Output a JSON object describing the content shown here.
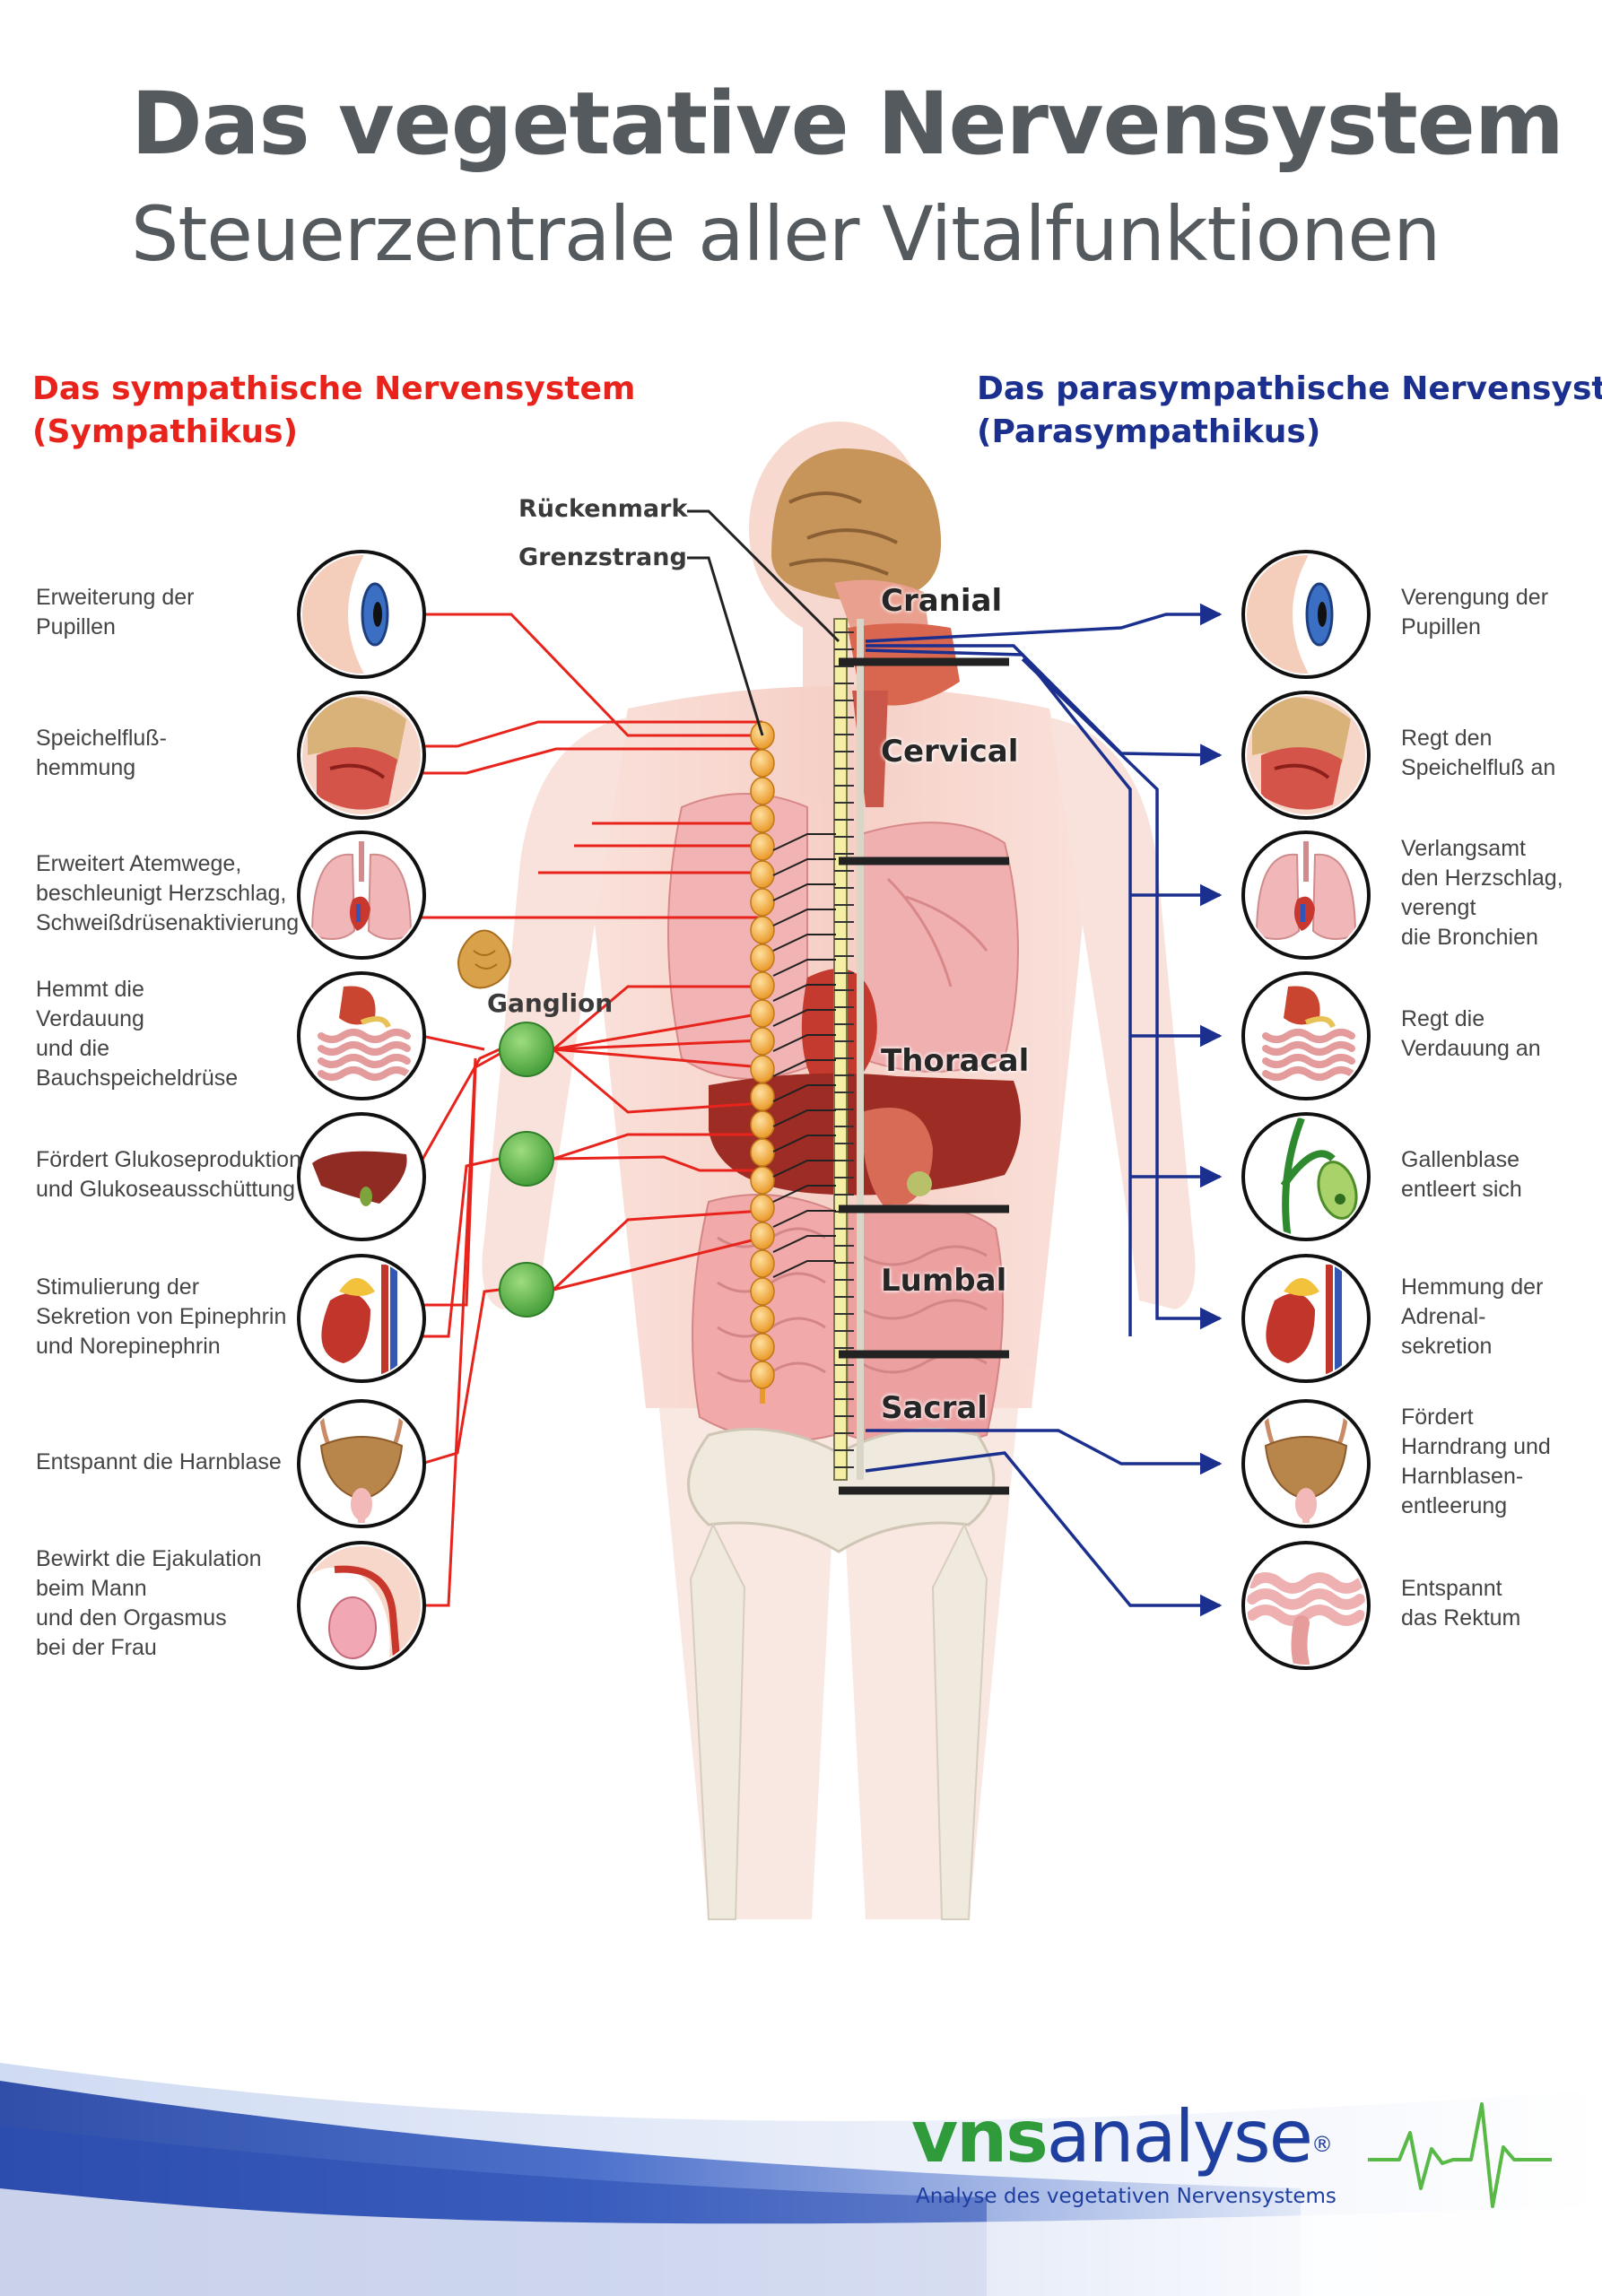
{
  "header": {
    "title": "Das vegetative Nervensystem",
    "subtitle": "Steuerzentrale aller Vitalfunktionen"
  },
  "sympathetic": {
    "title_line1": "Das sympathische Nervensystem",
    "title_line2": "(Sympathikus)",
    "color": "#e8231c",
    "effects": [
      {
        "lines": [
          "Erweiterung der",
          "Pupillen"
        ],
        "icon": "eye-icon"
      },
      {
        "lines": [
          "Speichelfluß-",
          "hemmung"
        ],
        "icon": "salivary-gland-icon"
      },
      {
        "lines": [
          "Erweitert Atemwege,",
          "beschleunigt Herzschlag,",
          "Schweißdrüsenaktivierung"
        ],
        "icon": "lungs-heart-icon"
      },
      {
        "lines": [
          "Hemmt die",
          "Verdauung",
          "und die",
          "Bauchspeicheldrüse"
        ],
        "icon": "digestive-tract-icon"
      },
      {
        "lines": [
          "Fördert Glukoseproduktion",
          "und Glukoseausschüttung"
        ],
        "icon": "liver-icon"
      },
      {
        "lines": [
          "Stimulierung der",
          "Sekretion von Epinephrin",
          "und Norepinephrin"
        ],
        "icon": "adrenal-kidney-icon"
      },
      {
        "lines": [
          "Entspannt die Harnblase"
        ],
        "icon": "bladder-icon"
      },
      {
        "lines": [
          "Bewirkt die Ejakulation",
          "beim Mann",
          "und den Orgasmus",
          "bei der Frau"
        ],
        "icon": "genitals-icon"
      }
    ]
  },
  "parasympathetic": {
    "title_line1": "Das parasympathische Nervensystem",
    "title_line2": "(Parasympathikus)",
    "color": "#1b2f8f",
    "effects": [
      {
        "lines": [
          "Verengung der",
          "Pupillen"
        ],
        "icon": "eye-icon"
      },
      {
        "lines": [
          "Regt den",
          "Speichelfluß an"
        ],
        "icon": "salivary-gland-icon"
      },
      {
        "lines": [
          "Verlangsamt",
          "den Herzschlag,",
          "verengt",
          "die Bronchien"
        ],
        "icon": "lungs-heart-icon"
      },
      {
        "lines": [
          "Regt die",
          "Verdauung an"
        ],
        "icon": "digestive-tract-icon"
      },
      {
        "lines": [
          "Gallenblase",
          "entleert sich"
        ],
        "icon": "gallbladder-icon"
      },
      {
        "lines": [
          "Hemmung der",
          "Adrenal-",
          "sekretion"
        ],
        "icon": "adrenal-kidney-icon"
      },
      {
        "lines": [
          "Fördert",
          "Harndrang und",
          "Harnblasen-",
          "entleerung"
        ],
        "icon": "bladder-icon"
      },
      {
        "lines": [
          "Entspannt",
          "das Rektum"
        ],
        "icon": "rectum-icon"
      }
    ]
  },
  "anatomy": {
    "spinal_cord_label": "Rückenmark",
    "sympathetic_trunk_label": "Grenzstrang",
    "ganglion_label": "Ganglion",
    "segments": [
      "Cranial",
      "Cervical",
      "Thoracal",
      "Lumbal",
      "Sacral"
    ],
    "ganglion_color": "#5cb446",
    "trunk_bead_color": "#f5b03c"
  },
  "branding": {
    "logo_part1": "vns",
    "logo_part2": "analyse",
    "registered": "®",
    "tagline": "Analyse des vegetativen Nervensystems",
    "logo_green": "#2f9b3a",
    "logo_blue": "#1f3fa0"
  }
}
